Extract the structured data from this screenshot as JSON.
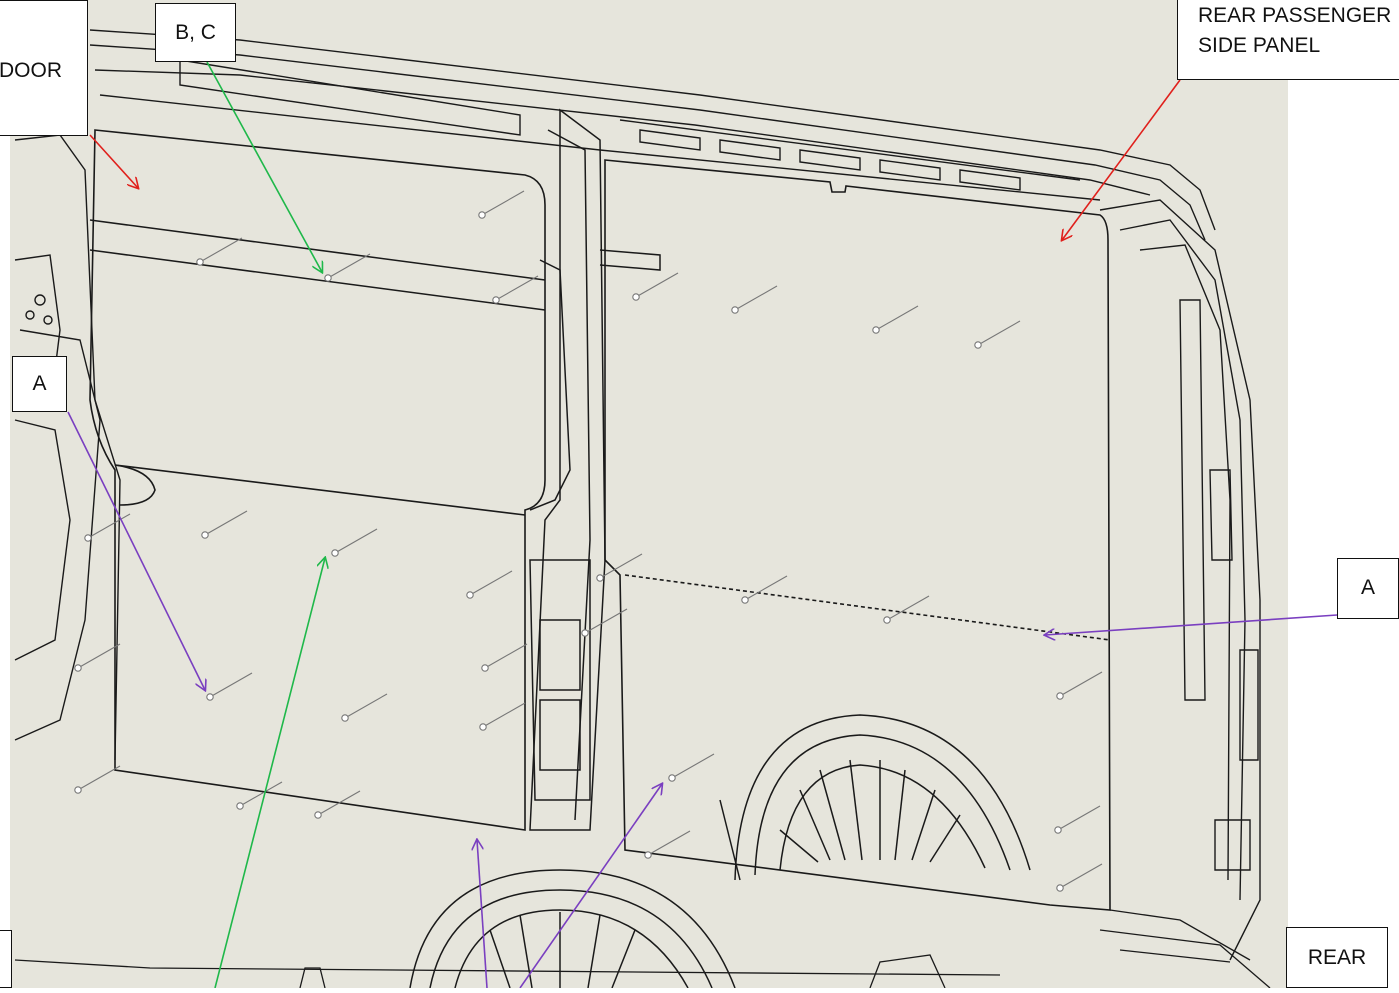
{
  "labels": {
    "door": "DOOR",
    "bc": "B, C",
    "rear_passenger_line1": "REAR PASSENGER",
    "rear_passenger_line2": "SIDE PANEL",
    "a_left": "A",
    "a_right": "A",
    "rear": "REAR"
  },
  "colors": {
    "background": "#e6e5dc",
    "linework": "#1a1a1a",
    "arrow_red": "#e0201c",
    "arrow_green": "#1fb84a",
    "arrow_purple": "#7a3fc0"
  }
}
